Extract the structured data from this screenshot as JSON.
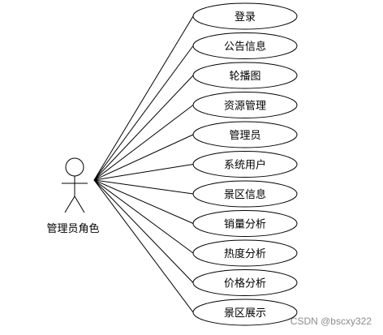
{
  "diagram": {
    "actor": {
      "label": "管理员角色"
    },
    "use_cases": [
      {
        "label": "登录"
      },
      {
        "label": "公告信息"
      },
      {
        "label": "轮播图"
      },
      {
        "label": "资源管理"
      },
      {
        "label": "管理员"
      },
      {
        "label": "系统用户"
      },
      {
        "label": "景区信息"
      },
      {
        "label": "销量分析"
      },
      {
        "label": "热度分析"
      },
      {
        "label": "价格分析"
      },
      {
        "label": "景区展示"
      }
    ],
    "colors": {
      "line": "#000000",
      "ellipse_stroke": "#000000",
      "ellipse_fill": "#ffffff"
    }
  },
  "watermark": {
    "text": "CSDN @bscxy322"
  }
}
